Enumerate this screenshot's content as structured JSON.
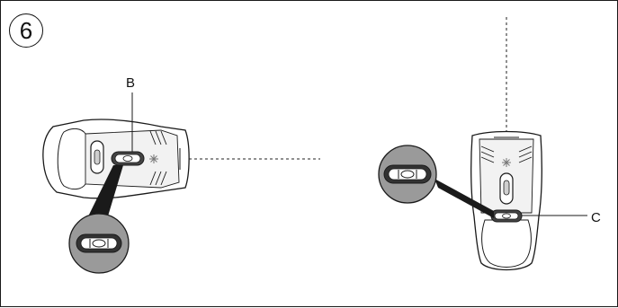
{
  "step_number": "6",
  "callouts": {
    "b": "B",
    "c": "C"
  },
  "colors": {
    "outline": "#1a1a1a",
    "car_body": "#ffffff",
    "car_shade": "#d9d9d9",
    "magnifier_fill": "#9a9a9a",
    "indicator_dark": "#333333"
  }
}
